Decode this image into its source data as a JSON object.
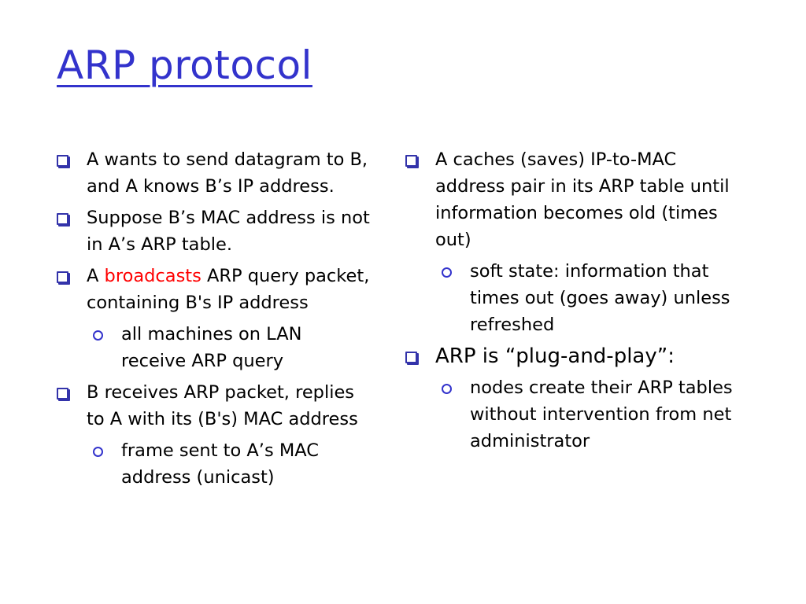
{
  "slide": {
    "title": "ARP protocol",
    "colors": {
      "title": "#3333cc",
      "bullet": "#3333aa",
      "highlight": "#ff0000",
      "text": "#000000"
    },
    "left_column": {
      "items": [
        {
          "text": "A wants to send datagram to B, and A knows B’s IP address."
        },
        {
          "text": "Suppose B’s MAC address is not in A’s ARP table."
        },
        {
          "pre": "A ",
          "highlight": "broadcasts",
          "post": " ARP query packet, containing B's IP address",
          "subitems": [
            "all machines on LAN receive ARP query"
          ]
        },
        {
          "text": "B receives ARP packet, replies to A with its (B's) MAC address",
          "subitems": [
            "frame sent to A’s MAC address (unicast)"
          ]
        }
      ]
    },
    "right_column": {
      "items": [
        {
          "text": "A caches (saves) IP-to-MAC address pair in its ARP table until information becomes old (times out)",
          "subitems": [
            "soft state: information that times out (goes away) unless refreshed"
          ]
        },
        {
          "text": "ARP is “plug-and-play”:",
          "subitems": [
            "nodes create their ARP tables without intervention from net administrator"
          ]
        }
      ]
    },
    "icons": {
      "bullet": "square-bullet-icon",
      "subbullet": "circle-bullet-icon"
    }
  }
}
